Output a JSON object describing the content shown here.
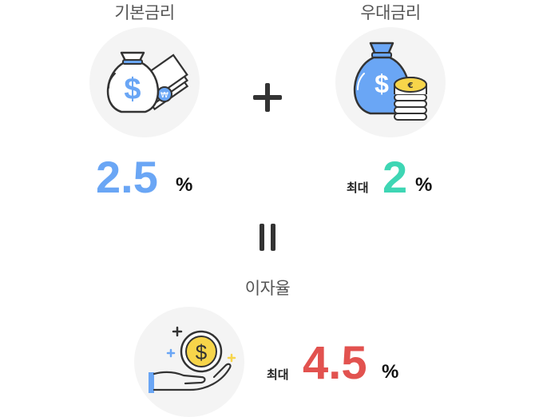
{
  "base_rate": {
    "label": "기본금리",
    "value": "2.5",
    "unit": "%",
    "value_color": "#6aa6f5",
    "icon": "money-bag-with-bills-icon"
  },
  "bonus_rate": {
    "label": "우대금리",
    "prefix": "최대",
    "value": "2",
    "unit": "%",
    "value_color": "#3ed6b4",
    "icon": "money-bag-with-coins-icon"
  },
  "operators": {
    "plus": "plus-icon",
    "equals": "equals-icon"
  },
  "interest_rate": {
    "label": "이자율",
    "prefix": "최대",
    "value": "4.5",
    "unit": "%",
    "value_color": "#e2524f",
    "icon": "hand-with-coin-icon"
  }
}
